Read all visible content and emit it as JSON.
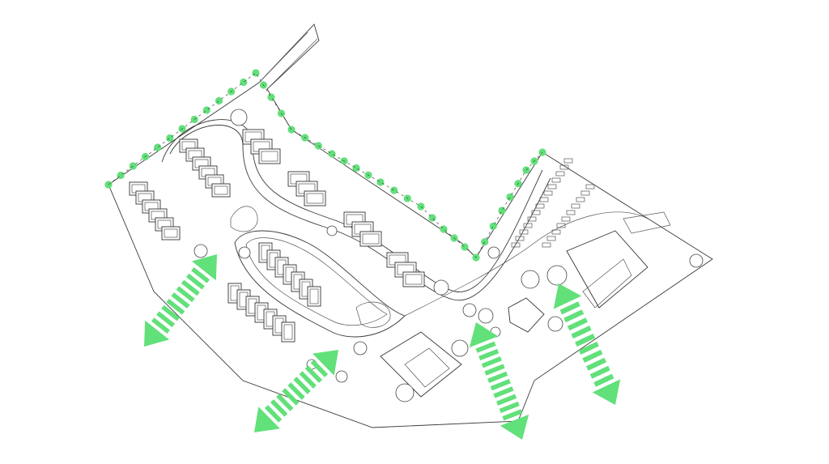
{
  "diagram": {
    "type": "site-plan",
    "colors": {
      "background": "#ffffff",
      "linework": "#3a3a3a",
      "accent_green": "#62e07a"
    },
    "boundary_markers": {
      "shape": "dot",
      "color": "#62e07a"
    },
    "arrows": [
      {
        "name": "west-access-arrow",
        "shape": "double-headed striped arrow",
        "color": "#62e07a"
      },
      {
        "name": "southwest-access-arrow",
        "shape": "double-headed striped arrow",
        "color": "#62e07a"
      },
      {
        "name": "south-access-arrow",
        "shape": "double-headed striped arrow",
        "color": "#62e07a"
      },
      {
        "name": "southeast-access-arrow",
        "shape": "double-headed striped arrow",
        "color": "#62e07a"
      }
    ]
  }
}
